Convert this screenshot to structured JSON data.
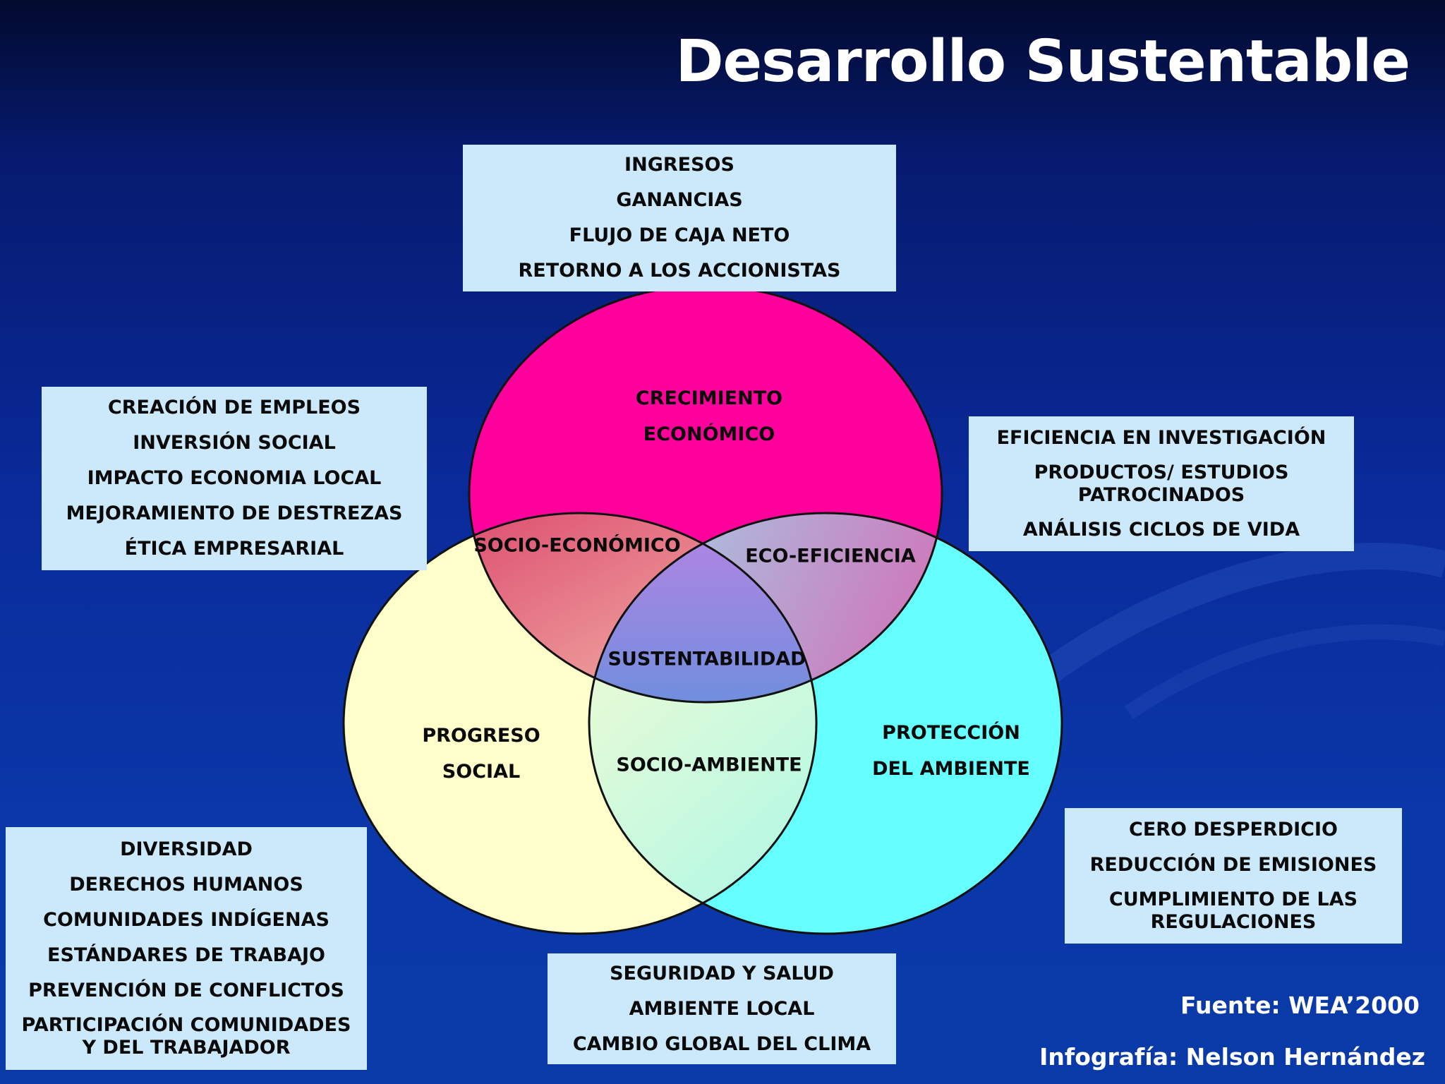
{
  "title": "Desarrollo Sustentable",
  "colors": {
    "economic": "#ff009c",
    "social": "#ffffcc",
    "environment": "#66ffff",
    "box_fill": "#cce9fb",
    "background": "#0a2a9a"
  },
  "boxes": {
    "economic": [
      "INGRESOS",
      "GANANCIAS",
      "FLUJO DE CAJA NETO",
      "RETORNO A LOS ACCIONISTAS"
    ],
    "social": [
      "CREACIÓN DE EMPLEOS",
      "INVERSIÓN SOCIAL",
      "IMPACTO ECONOMIA LOCAL",
      "MEJORAMIENTO DE DESTREZAS",
      "ÉTICA EMPRESARIAL"
    ],
    "eco_efficiency": [
      "EFICIENCIA  EN INVESTIGACIÓN",
      "PRODUCTOS/ ESTUDIOS PATROCINADOS",
      "ANÁLISIS CICLOS DE VIDA"
    ],
    "social_progress": [
      "DIVERSIDAD",
      "DERECHOS HUMANOS",
      "COMUNIDADES INDÍGENAS",
      "ESTÁNDARES DE TRABAJO",
      "PREVENCIÓN DE CONFLICTOS",
      "PARTICIPACIÓN COMUNIDADES Y DEL TRABAJADOR"
    ],
    "environment": [
      "CERO DESPERDICIO",
      "REDUCCIÓN DE EMISIONES",
      "CUMPLIMIENTO DE LAS REGULACIONES"
    ],
    "socio_environment": [
      "SEGURIDAD Y SALUD",
      "AMBIENTE LOCAL",
      "CAMBIO GLOBAL DEL CLIMA"
    ]
  },
  "venn": {
    "top": [
      "CRECIMIENTO",
      "ECONÓMICO"
    ],
    "left": [
      "PROGRESO",
      "SOCIAL"
    ],
    "right": [
      "PROTECCIÓN",
      "DEL AMBIENTE"
    ],
    "socio_economico": "SOCIO-ECONÓMICO",
    "eco_eficiencia": "ECO-EFICIENCIA",
    "socio_ambiente": "SOCIO-AMBIENTE",
    "sustentabilidad": "SUSTENTABILIDAD"
  },
  "source": "Fuente: WEA’2000",
  "credit": "Infografía: Nelson Hernández"
}
